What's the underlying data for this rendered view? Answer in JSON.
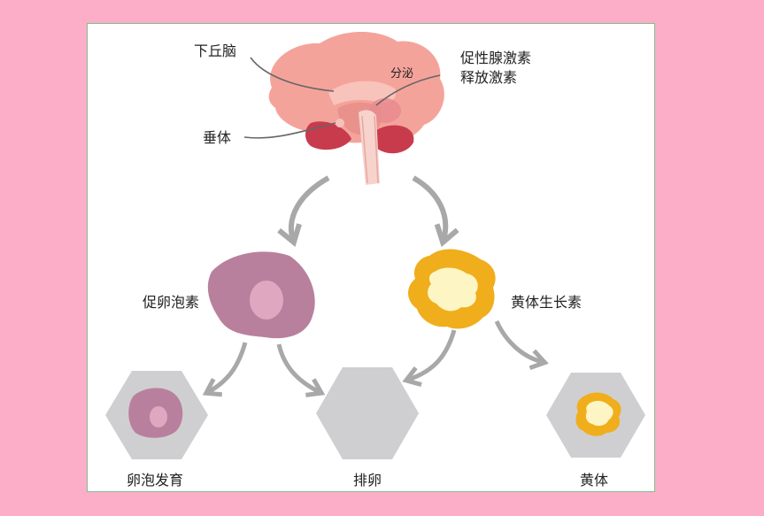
{
  "labels": {
    "hypothalamus": "下丘脑",
    "pituitary": "垂体",
    "secrete": "分泌",
    "gnrh_line1": "促性腺激素",
    "gnrh_line2": "释放激素",
    "fsh": "促卵泡素",
    "lh": "黄体生长素",
    "follicle_development": "卵泡发育",
    "ovulation": "排卵",
    "corpus_luteum": "黄体"
  },
  "colors": {
    "page_background": "#fcaec9",
    "panel_border": "#7fbf8c",
    "brain": "#f4a39b",
    "brain_dark": "#e2837f",
    "cerebellum": "#c83b4d",
    "fsh_cell": "#b9809e",
    "fsh_nucleus": "#e0a7c1",
    "lh_outer": "#f0ae1c",
    "lh_inner": "#fdf5c4",
    "hexagon": "#cfcfd1",
    "arrow": "#a8a8a8"
  }
}
